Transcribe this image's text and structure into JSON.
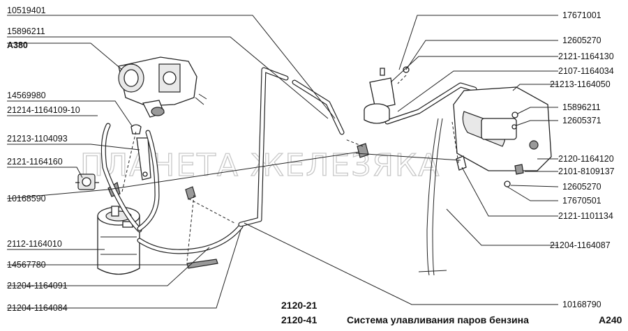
{
  "watermark": "ПЛАНЕТА ЖЕЛЕЗЯКА",
  "labels_left": [
    "10519401",
    "15896211",
    "A380",
    "14569980",
    "21214-1164109-10",
    "21213-1104093",
    "2121-1164160",
    "10168590",
    "2112-1164010",
    "14567780",
    "21204-1164091",
    "21204-1164084"
  ],
  "labels_right": [
    "17671001",
    "12605270",
    "2121-1164130",
    "2107-1164034",
    "21213-1164050",
    "15896211",
    "12605371",
    "2120-1164120",
    "2101-8109137",
    "12605270",
    "17670501",
    "2121-1101134",
    "21204-1164087",
    "10168790"
  ],
  "footer": {
    "model1": "2120-21",
    "model2": "2120-41",
    "title": "Система улавливания паров бензина",
    "code": "A240"
  }
}
